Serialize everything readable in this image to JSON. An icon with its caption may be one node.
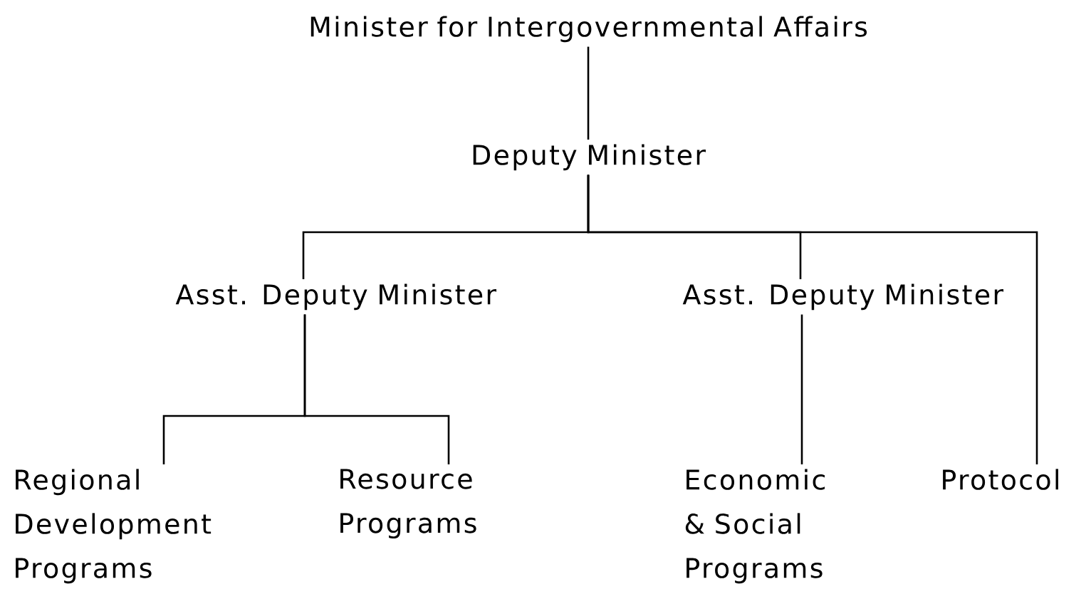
{
  "diagram": {
    "nodes": [
      {
        "text": [
          "Minister for Intergovernmental Affairs"
        ]
      },
      {
        "text": [
          "Deputy Minister"
        ]
      },
      {
        "text": [
          "Asst. Deputy Minister"
        ]
      },
      {
        "text": [
          "Asst. Deputy Minister"
        ]
      },
      {
        "text": [
          "Regional Development Programs"
        ]
      },
      {
        "text": [
          "Resource Programs"
        ]
      },
      {
        "text": [
          "Economic & Social Programs"
        ]
      },
      {
        "text": [
          "Protocol"
        ]
      }
    ],
    "edges": [
      {
        "from": 0,
        "to": 1,
        "arrow": "none"
      },
      {
        "from": 1,
        "to": 2,
        "arrow": "none"
      },
      {
        "from": 1,
        "to": 3,
        "arrow": "none"
      },
      {
        "from": 1,
        "to": 7,
        "arrow": "none"
      },
      {
        "from": 2,
        "to": 4,
        "arrow": "none"
      },
      {
        "from": 2,
        "to": 5,
        "arrow": "none"
      },
      {
        "from": 3,
        "to": 6,
        "arrow": "none"
      }
    ]
  }
}
